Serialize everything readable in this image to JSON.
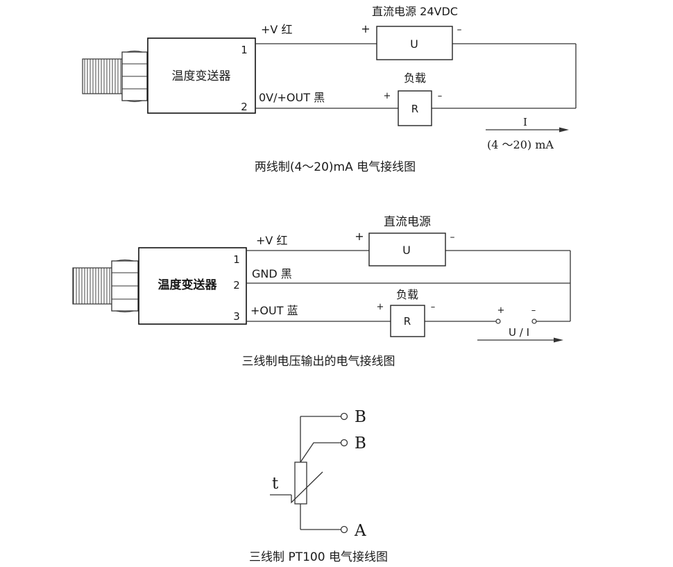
{
  "diagram1": {
    "device_label": "温度变送器",
    "pin1": "1",
    "pin2": "2",
    "wire1_label": "+V 红",
    "wire2_label": "0V/+OUT 黑",
    "supply_title": "直流电源 24VDC",
    "supply_symbol": "U",
    "supply_plus": "+",
    "supply_minus": "–",
    "load_title": "负载",
    "load_symbol": "R",
    "load_plus": "+",
    "load_minus": "–",
    "current_symbol": "I",
    "current_range": "(4 ～20) mA",
    "caption": "两线制(4～20)mA 电气接线图"
  },
  "diagram2": {
    "device_label": "温度变送器",
    "pin1": "1",
    "pin2": "2",
    "pin3": "3",
    "wire1_label": "+V 红",
    "wire2_label": "GND 黑",
    "wire3_label": "+OUT 蓝",
    "supply_title": "直流电源",
    "supply_symbol": "U",
    "supply_plus": "+",
    "supply_minus": "–",
    "load_title": "负载",
    "load_symbol": "R",
    "load_plus": "+",
    "load_minus": "–",
    "meter_plus": "+",
    "meter_minus": "–",
    "meter_label": "U / I",
    "caption": "三线制电压输出的电气接线图"
  },
  "diagram3": {
    "terminal_b1": "B",
    "terminal_b2": "B",
    "terminal_a": "A",
    "sensor_symbol": "t",
    "caption": "三线制 PT100 电气接线图"
  }
}
